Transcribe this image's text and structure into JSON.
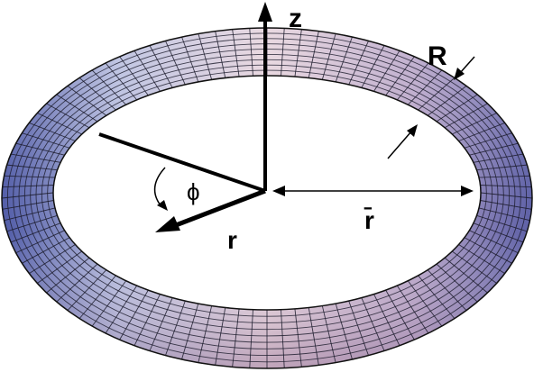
{
  "figure": {
    "labels": {
      "z": "z",
      "R": "R",
      "phi": "ϕ",
      "r": "r",
      "r_bar": "r̄"
    },
    "colors": {
      "torus_dark": "#5a62a8",
      "torus_light": "#d8d2e4",
      "torus_pink": "#c8a0b8",
      "grid": "#1a1a2a",
      "ink": "#000000"
    }
  }
}
